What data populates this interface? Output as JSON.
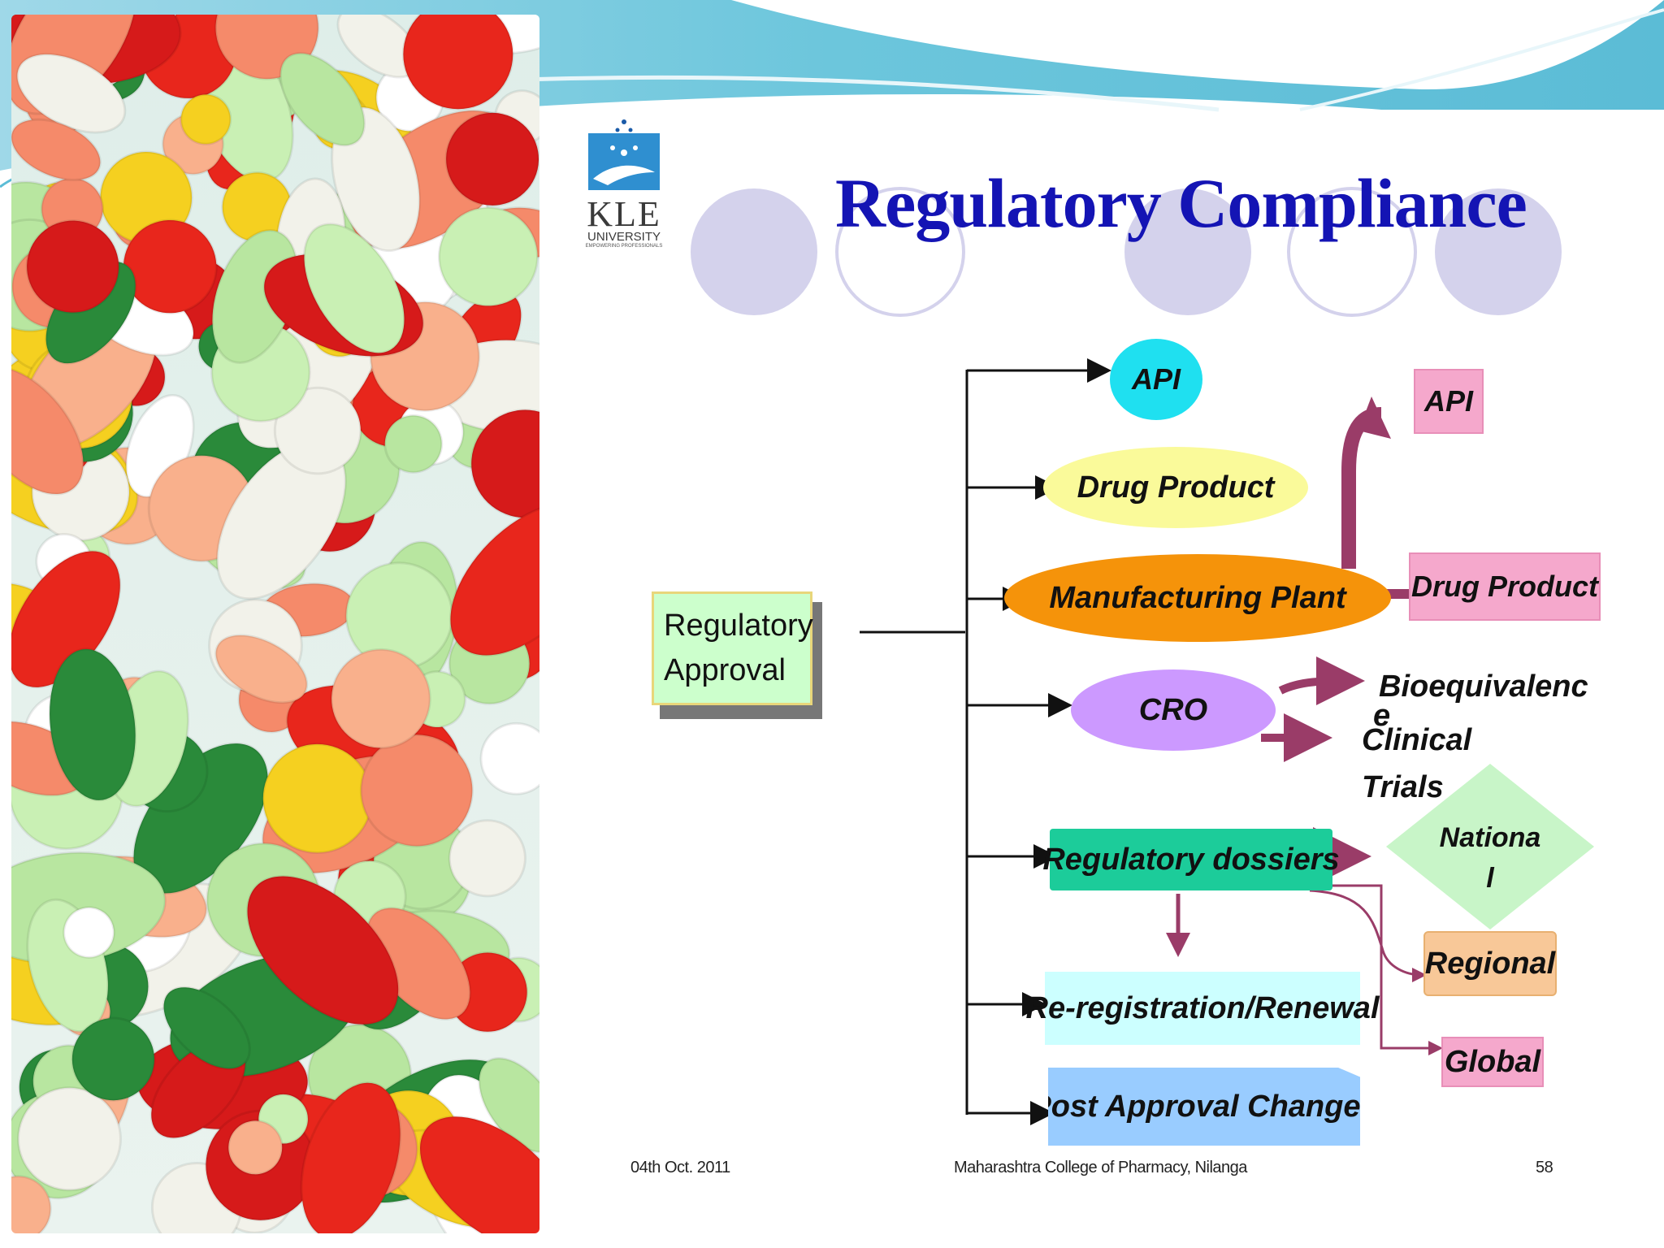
{
  "slide": {
    "title": "Regulatory Compliance",
    "logo": {
      "name": "KLE",
      "line2": "UNIVERSITY",
      "tagline": "EMPOWERING PROFESSIONALS"
    }
  },
  "diagram": {
    "root": "Regulatory Approval",
    "root_lines": [
      "Regulatory",
      "Approval"
    ],
    "branches": {
      "api": "API",
      "drug_product": "Drug Product",
      "manufacturing_plant": "Manufacturing Plant",
      "cro": "CRO",
      "regulatory_dossiers": "Regulatory dossiers",
      "reregistration": "Re-registration/Renewal",
      "post_approval": "Post Approval Changes"
    },
    "plant_outputs": {
      "api": "API",
      "drug_product": "Drug Product"
    },
    "cro_outputs": {
      "bioequivalence_line1": "Bioequivalenc",
      "bioequivalence_line2": "e",
      "clinical_line1": "Clinical",
      "clinical_line2": "Trials"
    },
    "dossier_outputs": {
      "national_line1": "Nationa",
      "national_line2": "l",
      "regional": "Regional",
      "global": "Global"
    }
  },
  "footer": {
    "date": "04th Oct. 2011",
    "institution": "Maharashtra College of Pharmacy, Nilanga",
    "page": "58"
  },
  "colors": {
    "title": "#1414b4",
    "api_circle": "#1fe0f0",
    "drug_product_ellipse": "#fafa9a",
    "manufacturing_plant": "#f5930a",
    "cro": "#cc99ff",
    "dossiers": "#1ccc9a",
    "pink_box": "#f5a8cc",
    "regional_box": "#f8c898",
    "national_diamond": "#c8f5c8",
    "arrow_maroon": "#9a3c68"
  }
}
